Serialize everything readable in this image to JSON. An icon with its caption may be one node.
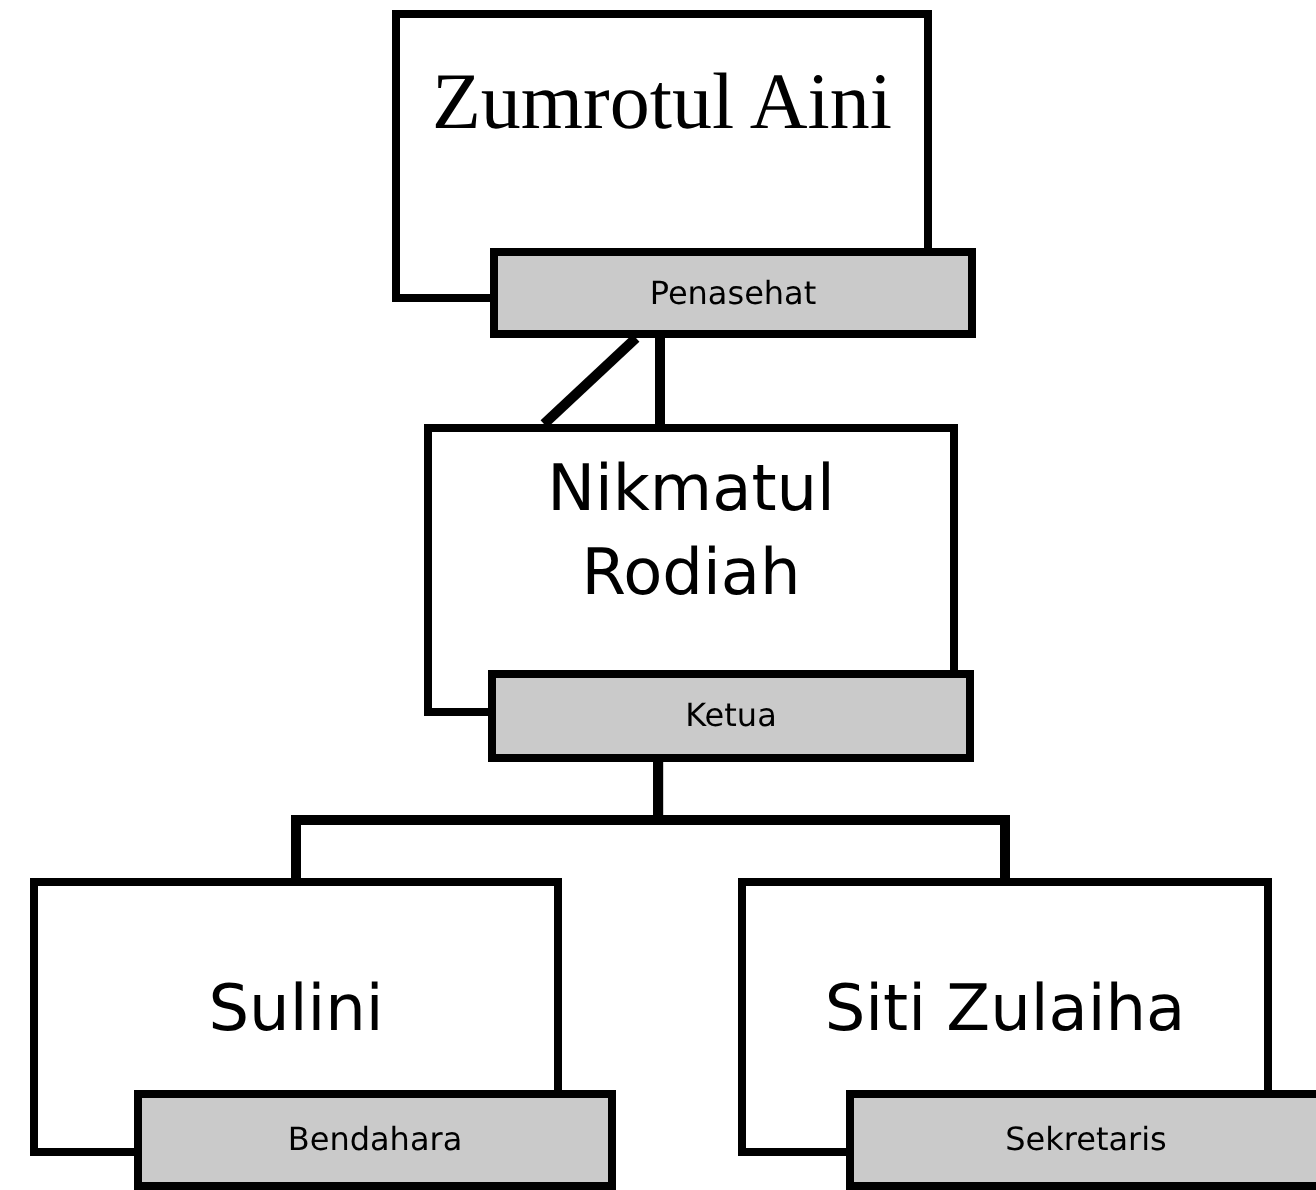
{
  "diagram": {
    "nodes": [
      {
        "text": [
          "Zumrotul Aini"
        ]
      },
      {
        "text": [
          "Penasehat"
        ]
      },
      {
        "text": [
          "Nikmatul Rodiah"
        ]
      },
      {
        "text": [
          "Ketua"
        ]
      },
      {
        "text": [
          "Sulini"
        ]
      },
      {
        "text": [
          "Bendahara"
        ]
      },
      {
        "text": [
          "Siti Zulaiha"
        ]
      },
      {
        "text": [
          "Sekretaris"
        ]
      }
    ],
    "edges": [
      {
        "from": 1,
        "to": 2,
        "arrow": "none"
      },
      {
        "from": 1,
        "to": 2,
        "arrow": "none"
      },
      {
        "from": 3,
        "to": 4,
        "arrow": "none"
      },
      {
        "from": 3,
        "to": 6,
        "arrow": "none"
      }
    ]
  }
}
